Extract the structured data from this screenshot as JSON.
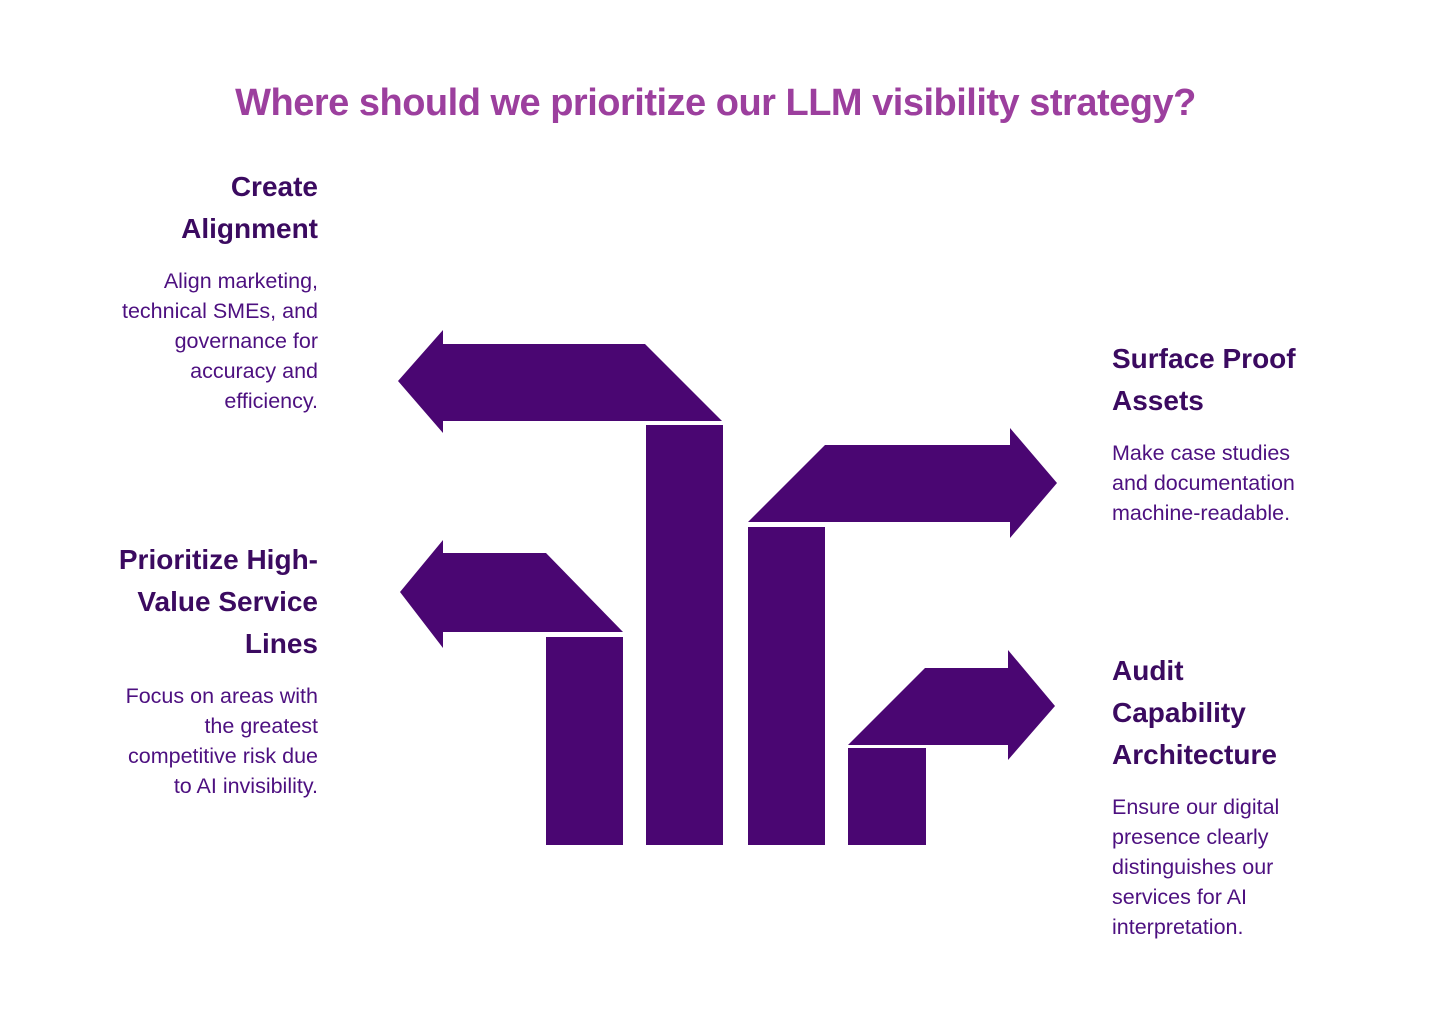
{
  "title": "Where should we prioritize our LLM visibility strategy?",
  "colors": {
    "background": "#ffffff",
    "title": "#9c3f9e",
    "heading": "#3b0a60",
    "body": "#4d1080",
    "arrow": "#4a0672"
  },
  "sections": {
    "create_alignment": {
      "heading_lines": [
        "Create",
        "Alignment"
      ],
      "body_lines": [
        "Align marketing,",
        "technical SMEs, and",
        "governance for",
        "accuracy and",
        "efficiency."
      ]
    },
    "prioritize_high_value": {
      "heading_lines": [
        "Prioritize High-",
        "Value Service",
        "Lines"
      ],
      "body_lines": [
        "Focus on areas with",
        "the greatest",
        "competitive risk due",
        "to AI invisibility."
      ]
    },
    "surface_proof": {
      "heading_lines": [
        "Surface Proof",
        "Assets"
      ],
      "body_lines": [
        "Make case studies",
        "and documentation",
        "machine-readable."
      ]
    },
    "audit_capability": {
      "heading_lines": [
        "Audit",
        "Capability",
        "Architecture"
      ],
      "body_lines": [
        "Ensure our digital",
        "presence clearly",
        "distinguishes our",
        "services for AI",
        "interpretation."
      ]
    }
  },
  "graphic": {
    "description": "Four bent arrows rising from bars: two pointing left toward the left-side labels, two pointing right toward the right-side labels",
    "arrows": [
      {
        "name": "bent-arrow-upper-left",
        "direction": "left"
      },
      {
        "name": "bent-arrow-lower-left",
        "direction": "left"
      },
      {
        "name": "bent-arrow-upper-right",
        "direction": "right"
      },
      {
        "name": "bent-arrow-lower-right",
        "direction": "right"
      }
    ]
  }
}
